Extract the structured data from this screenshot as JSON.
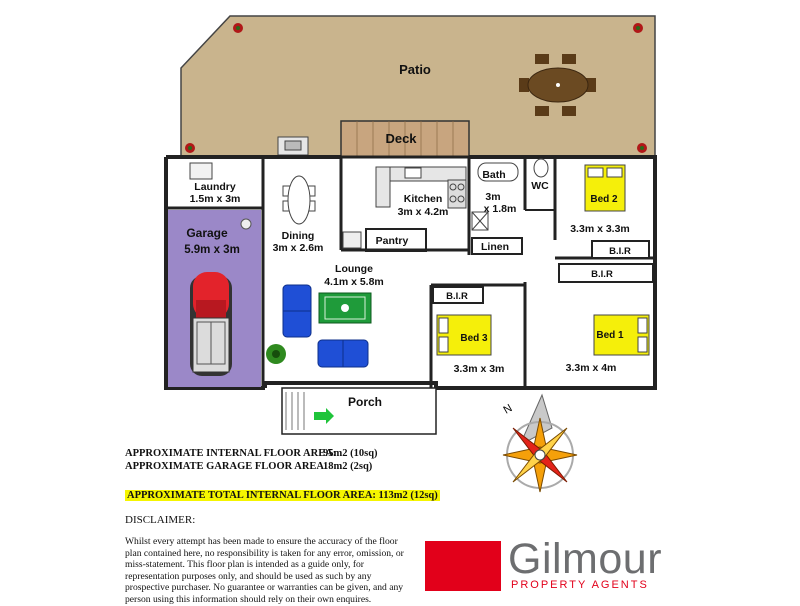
{
  "rooms": {
    "patio": "Patio",
    "deck": "Deck",
    "laundry": "Laundry",
    "laundry_size": "1.5m x 3m",
    "garage": "Garage",
    "garage_size": "5.9m x 3m",
    "dining": "Dining",
    "dining_size": "3m x 2.6m",
    "kitchen": "Kitchen",
    "kitchen_size": "3m x 4.2m",
    "pantry": "Pantry",
    "bath": "Bath",
    "bath_size_a": "3m",
    "bath_size_b": "x 1.8m",
    "wc": "WC",
    "linen": "Linen",
    "bed2": "Bed 2",
    "bed2_size": "3.3m x 3.3m",
    "bir_bed2": "B.I.R",
    "bir_bed1": "B.I.R",
    "lounge": "Lounge",
    "lounge_size": "4.1m x 5.8m",
    "bir_bed3": "B.I.R",
    "bed3": "Bed 3",
    "bed3_size": "3.3m x 3m",
    "bed1": "Bed 1",
    "bed1_size": "3.3m x 4m",
    "porch": "Porch"
  },
  "compass": {
    "north": "N"
  },
  "areas": {
    "internal_label": "APPROXIMATE INTERNAL FLOOR AREA:",
    "internal_value": "95m2 (10sq)",
    "garage_label": "APPROXIMATE GARAGE FLOOR AREA:",
    "garage_value": "18m2 (2sq)",
    "total": "APPROXIMATE TOTAL INTERNAL FLOOR AREA: 113m2 (12sq)"
  },
  "disclaimer": {
    "title": "DISCLAIMER:",
    "text": "Whilst every attempt has been made to ensure the accuracy of the floor plan contained here, no responsibility is taken for any error, omission, or miss-statement. This floor plan is intended as a guide only, for representation purposes only, and should be used as such by any prospective purchaser. No guarantee or warranties can be given, and any person using this information should rely on their own enquires."
  },
  "brand": {
    "name": "Gilmour",
    "tagline": "PROPERTY AGENTS",
    "red": "#e2001a",
    "grey": "#6d6e70"
  },
  "colors": {
    "patio": "#c9b48d",
    "deck": "#c8a57f",
    "garage_floor": "#9b88c8",
    "car": "#e3232b",
    "bed": "#f5ef0a",
    "sofa": "#1f4fd6",
    "rug": "#1f9b3a",
    "table": "#6b4a22"
  }
}
